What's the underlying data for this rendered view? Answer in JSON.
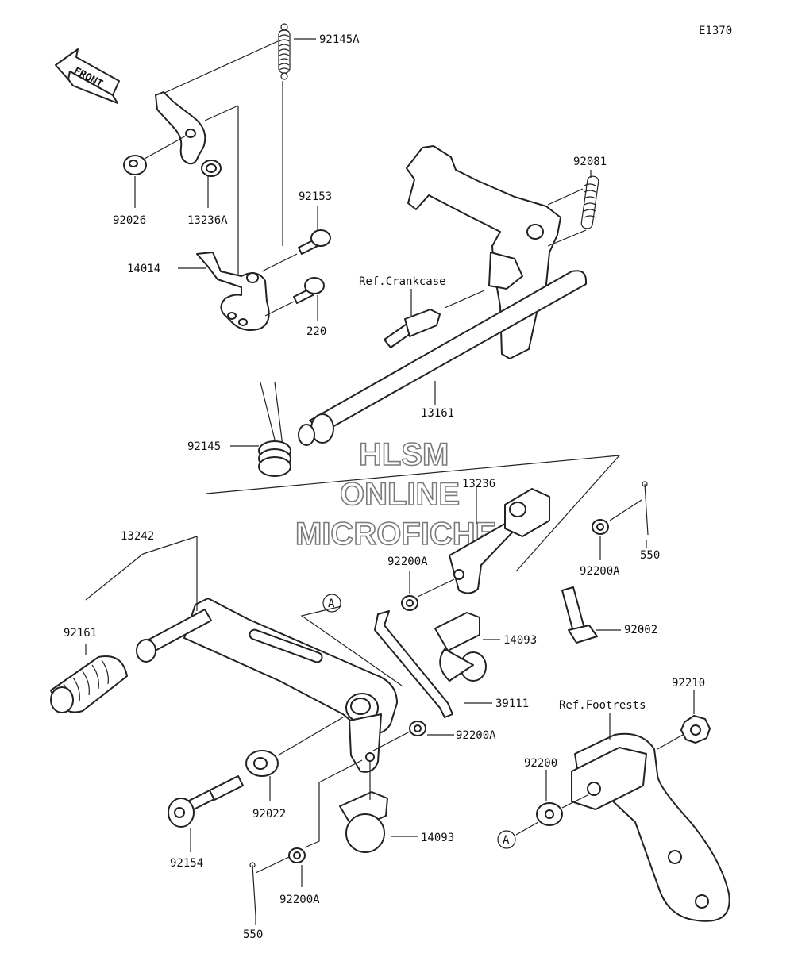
{
  "diagram_code": "E1370",
  "front_label": "FRONT",
  "watermark": {
    "line1": "HLSM",
    "line2": "ONLINE",
    "line3": "MICROFICHE"
  },
  "refs": {
    "crankcase": "Ref.Crankcase",
    "footrests": "Ref.Footrests",
    "marker_a": "A"
  },
  "parts": {
    "p92145A": "92145A",
    "p92026": "92026",
    "p13236A": "13236A",
    "p92153": "92153",
    "p14014": "14014",
    "p220": "220",
    "p92081": "92081",
    "p13161": "13161",
    "p92145": "92145",
    "p13236": "13236",
    "p13242": "13242",
    "p92161": "92161",
    "p92200A_a": "92200A",
    "p92200A_b": "92200A",
    "p92200A_c": "92200A",
    "p92200A_d": "92200A",
    "p550_a": "550",
    "p550_b": "550",
    "p14093_a": "14093",
    "p14093_b": "14093",
    "p92002": "92002",
    "p39111": "39111",
    "p92022": "92022",
    "p92154": "92154",
    "p92210": "92210",
    "p92200": "92200"
  }
}
